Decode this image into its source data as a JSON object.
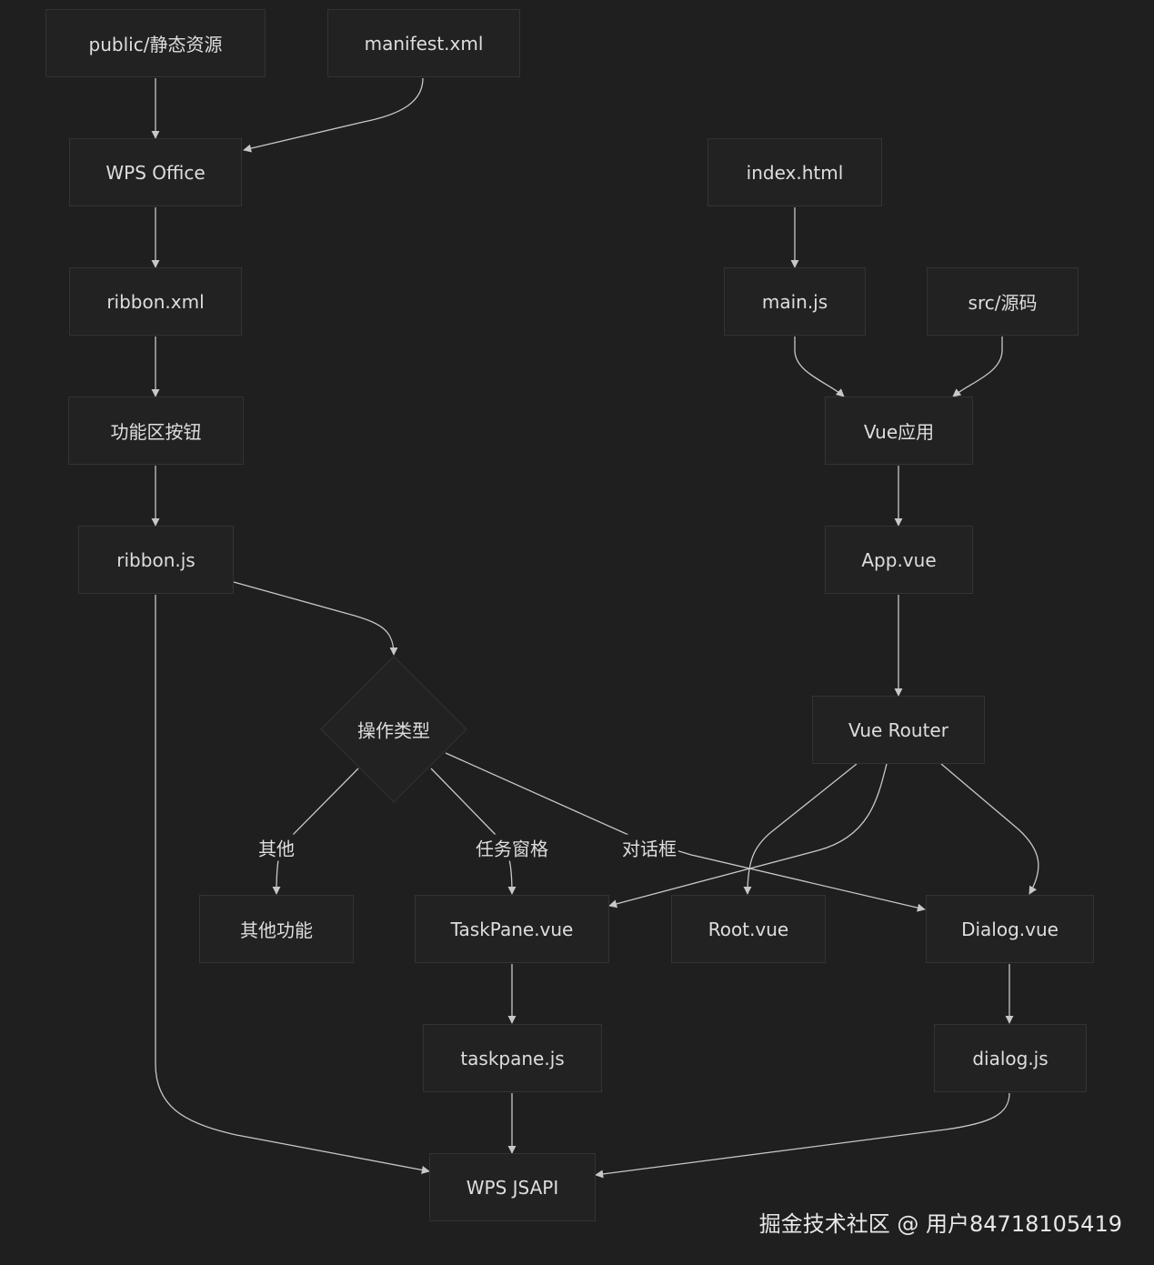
{
  "nodes": {
    "public": "public/静态资源",
    "manifest": "manifest.xml",
    "wps_office": "WPS Office",
    "ribbon_xml": "ribbon.xml",
    "ribbon_buttons": "功能区按钮",
    "ribbon_js": "ribbon.js",
    "op_type": "操作类型",
    "other_func": "其他功能",
    "taskpane_vue": "TaskPane.vue",
    "root_vue": "Root.vue",
    "dialog_vue": "Dialog.vue",
    "taskpane_js": "taskpane.js",
    "dialog_js": "dialog.js",
    "wps_jsapi": "WPS JSAPI",
    "index_html": "index.html",
    "main_js": "main.js",
    "src": "src/源码",
    "vue_app": "Vue应用",
    "app_vue": "App.vue",
    "vue_router": "Vue Router"
  },
  "edge_labels": {
    "other": "其他",
    "taskpane": "任务窗格",
    "dialog": "对话框"
  },
  "edges": [
    [
      "public",
      "wps_office"
    ],
    [
      "manifest",
      "wps_office"
    ],
    [
      "wps_office",
      "ribbon_xml"
    ],
    [
      "ribbon_xml",
      "ribbon_buttons"
    ],
    [
      "ribbon_buttons",
      "ribbon_js"
    ],
    [
      "ribbon_js",
      "op_type"
    ],
    [
      "ribbon_js",
      "wps_jsapi"
    ],
    [
      "op_type",
      "other_func",
      "其他"
    ],
    [
      "op_type",
      "taskpane_vue",
      "任务窗格"
    ],
    [
      "op_type",
      "dialog_vue",
      "对话框"
    ],
    [
      "taskpane_vue",
      "taskpane_js"
    ],
    [
      "dialog_vue",
      "dialog_js"
    ],
    [
      "taskpane_js",
      "wps_jsapi"
    ],
    [
      "dialog_js",
      "wps_jsapi"
    ],
    [
      "index_html",
      "main_js"
    ],
    [
      "main_js",
      "vue_app"
    ],
    [
      "src",
      "vue_app"
    ],
    [
      "vue_app",
      "app_vue"
    ],
    [
      "app_vue",
      "vue_router"
    ],
    [
      "vue_router",
      "root_vue"
    ],
    [
      "vue_router",
      "taskpane_vue"
    ],
    [
      "vue_router",
      "dialog_vue"
    ]
  ],
  "watermark": "掘金技术社区 @ 用户84718105419",
  "colors": {
    "background": "#1f1f1f",
    "node_fill": "#222222",
    "node_border": "#333333",
    "edge": "#c8c8c8",
    "text": "#dedede"
  }
}
